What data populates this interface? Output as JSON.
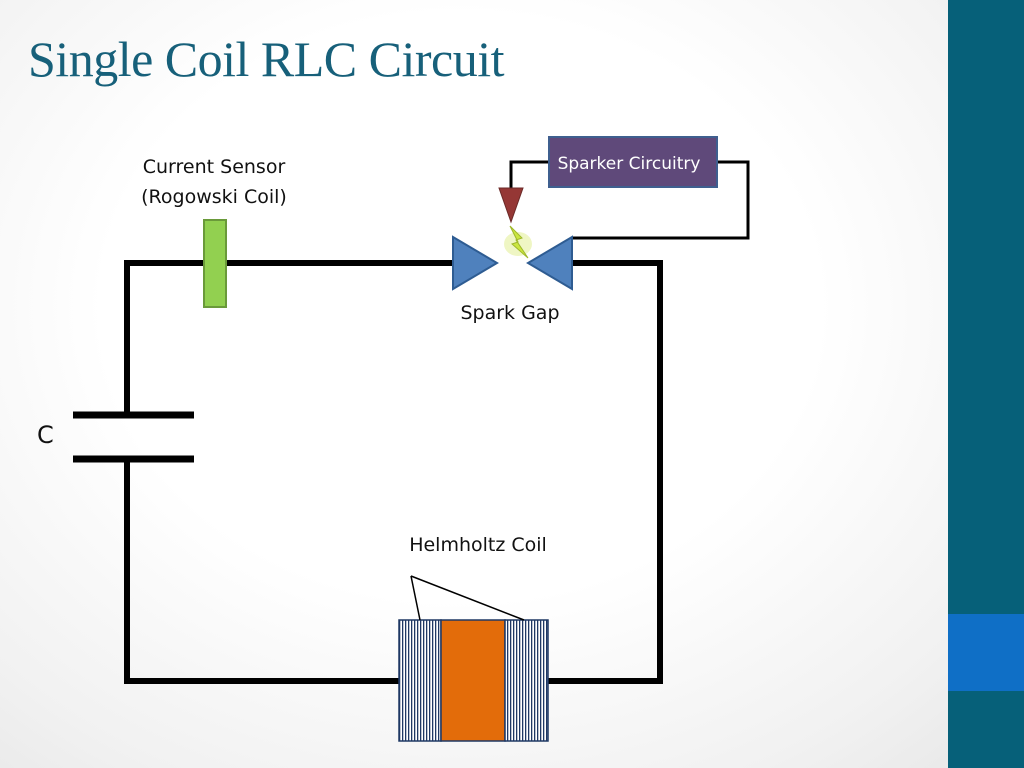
{
  "slide": {
    "title": "Single Coil RLC Circuit"
  },
  "diagram": {
    "current_sensor_line1": "Current Sensor",
    "current_sensor_line2": "(Rogowski Coil)",
    "spark_gap": "Spark Gap",
    "sparker_circuitry": "Sparker Circuitry",
    "capacitor": "C",
    "helmholtz_coil": "Helmholtz Coil"
  },
  "colors": {
    "title": "#17607a",
    "side_bar": "#066079",
    "side_accent": "#0f6fc6",
    "sensor": "#92d050",
    "spark_gap_electrode": "#4f81bd",
    "trigger_arrow": "#953735",
    "spark": "#cbe640",
    "sparker_box": "#5f497a",
    "coil_core": "#e36c0a",
    "coil_winding": "#1f3864"
  }
}
